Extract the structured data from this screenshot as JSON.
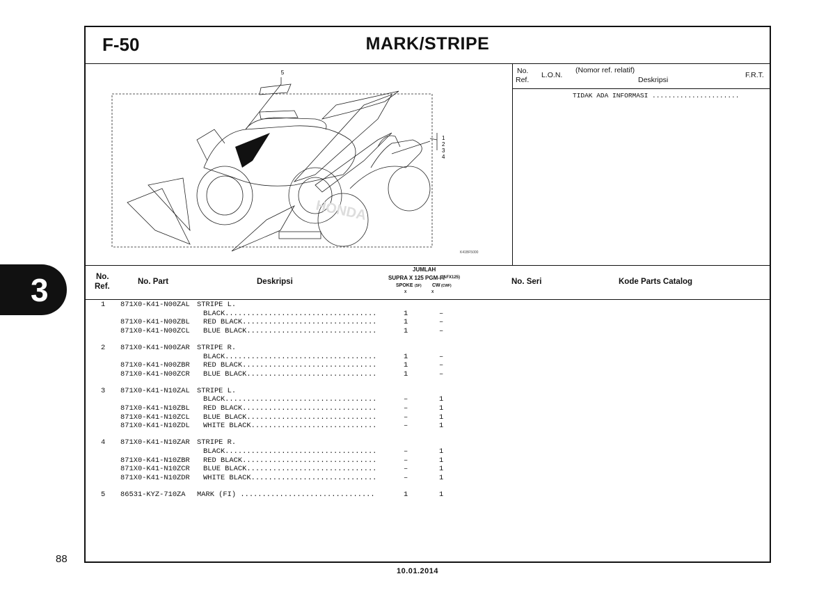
{
  "header": {
    "code": "F-50",
    "title": "MARK/STRIPE"
  },
  "figure": {
    "callouts": [
      "5",
      "1",
      "2",
      "3",
      "4"
    ],
    "figure_code": "K41BF5000",
    "logo_text": "HONDA"
  },
  "info_table": {
    "col_no": "No.",
    "col_ref": "Ref.",
    "col_lon": "L.O.N.",
    "col_relative": "(Nomor ref. relatif)",
    "col_desc": "Deskripsi",
    "col_frt": "F.R.T.",
    "text": "TIDAK ADA INFORMASI ......................"
  },
  "list_header": {
    "no": "No.",
    "ref": "Ref.",
    "part_no": "No. Part",
    "desc": "Deskripsi",
    "jumlah": "JUMLAH",
    "model": "SUPRA X 125 PGM-FI",
    "model_code": "(AFX125)",
    "spoke": "SPOKE",
    "spoke_code": "(SF)",
    "cw": "CW",
    "cw_code": "(CWF)",
    "spoke_x": "X",
    "cw_x": "X",
    "serial": "No. Seri",
    "catalog": "Kode Parts Catalog"
  },
  "rows": [
    {
      "ref": "1",
      "part": "871X0-K41-N00ZAL",
      "desc": "STRIPE L.",
      "spoke": "",
      "cw": ""
    },
    {
      "ref": "",
      "part": "",
      "desc": "BLACK...................................",
      "spoke": "1",
      "cw": "–"
    },
    {
      "ref": "",
      "part": "871X0-K41-N00ZBL",
      "desc": "RED BLACK...............................",
      "spoke": "1",
      "cw": "–"
    },
    {
      "ref": "",
      "part": "871X0-K41-N00ZCL",
      "desc": "BLUE BLACK..............................",
      "spoke": "1",
      "cw": "–"
    },
    {
      "ref": "2",
      "part": "871X0-K41-N00ZAR",
      "desc": "STRIPE R.",
      "spoke": "",
      "cw": ""
    },
    {
      "ref": "",
      "part": "",
      "desc": "BLACK...................................",
      "spoke": "1",
      "cw": "–"
    },
    {
      "ref": "",
      "part": "871X0-K41-N00ZBR",
      "desc": "RED BLACK...............................",
      "spoke": "1",
      "cw": "–"
    },
    {
      "ref": "",
      "part": "871X0-K41-N00ZCR",
      "desc": "BLUE BLACK..............................",
      "spoke": "1",
      "cw": "–"
    },
    {
      "ref": "3",
      "part": "871X0-K41-N10ZAL",
      "desc": "STRIPE L.",
      "spoke": "",
      "cw": ""
    },
    {
      "ref": "",
      "part": "",
      "desc": "BLACK...................................",
      "spoke": "–",
      "cw": "1"
    },
    {
      "ref": "",
      "part": "871X0-K41-N10ZBL",
      "desc": "RED BLACK...............................",
      "spoke": "–",
      "cw": "1"
    },
    {
      "ref": "",
      "part": "871X0-K41-N10ZCL",
      "desc": "BLUE BLACK..............................",
      "spoke": "–",
      "cw": "1"
    },
    {
      "ref": "",
      "part": "871X0-K41-N10ZDL",
      "desc": "WHITE BLACK.............................",
      "spoke": "–",
      "cw": "1"
    },
    {
      "ref": "4",
      "part": "871X0-K41-N10ZAR",
      "desc": "STRIPE R.",
      "spoke": "",
      "cw": ""
    },
    {
      "ref": "",
      "part": "",
      "desc": "BLACK...................................",
      "spoke": "–",
      "cw": "1"
    },
    {
      "ref": "",
      "part": "871X0-K41-N10ZBR",
      "desc": "RED BLACK...............................",
      "spoke": "–",
      "cw": "1"
    },
    {
      "ref": "",
      "part": "871X0-K41-N10ZCR",
      "desc": "BLUE BLACK..............................",
      "spoke": "–",
      "cw": "1"
    },
    {
      "ref": "",
      "part": "871X0-K41-N10ZDR",
      "desc": "WHITE BLACK.............................",
      "spoke": "–",
      "cw": "1"
    },
    {
      "ref": "5",
      "part": "86531-KYZ-710ZA",
      "desc": "MARK (FI) ...............................",
      "spoke": "1",
      "cw": "1"
    }
  ],
  "side_tab": "3",
  "page_number": "88",
  "date": "10.01.2014"
}
